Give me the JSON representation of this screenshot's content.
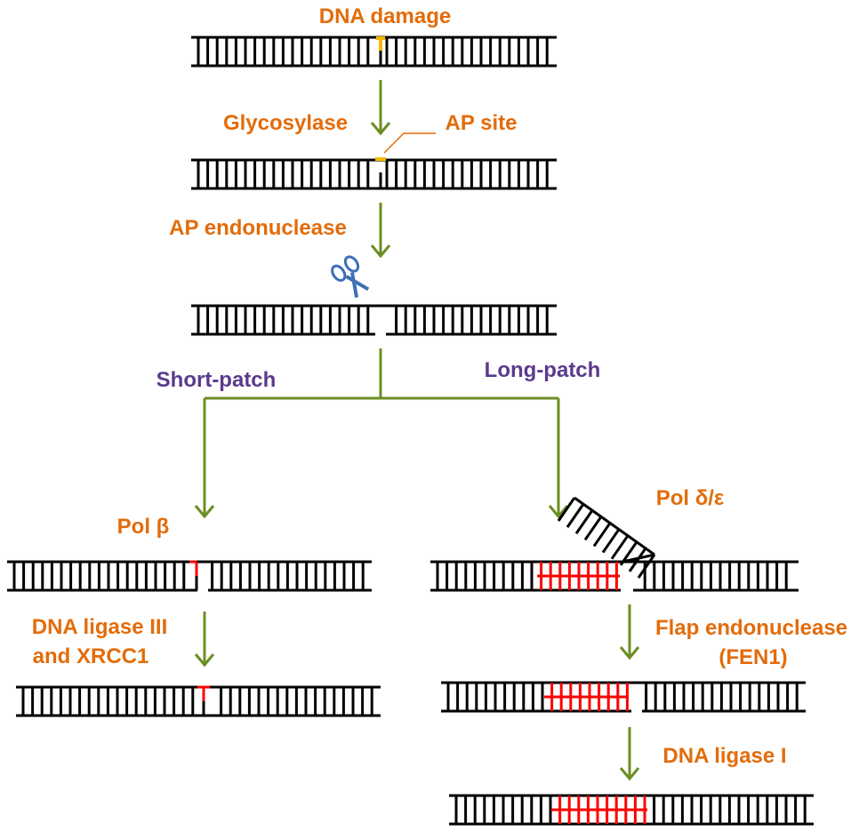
{
  "colors": {
    "dna": "#000000",
    "damage": "#f5b800",
    "new_synthesis": "#ff0000",
    "arrow": "#6b8e23",
    "step_label": "#e36c0a",
    "branch_label": "#5b3a8c",
    "scissors": "#3d6fb6"
  },
  "labels": {
    "dna_damage": "DNA damage",
    "glycosylase": "Glycosylase",
    "ap_site": "AP site",
    "ap_endonuclease": "AP endonuclease",
    "short_patch": "Short-patch",
    "long_patch": "Long-patch",
    "pol_beta": "Pol β",
    "pol_delta_epsilon": "Pol δ/ε",
    "dna_ligase_iii_line1": "DNA ligase III",
    "dna_ligase_iii_line2": "and XRCC1",
    "flap_endonuclease_line1": "Flap endonuclease",
    "flap_endonuclease_line2": "(FEN1)",
    "dna_ligase_i": "DNA ligase I"
  },
  "icons": [
    "scissors-icon"
  ]
}
